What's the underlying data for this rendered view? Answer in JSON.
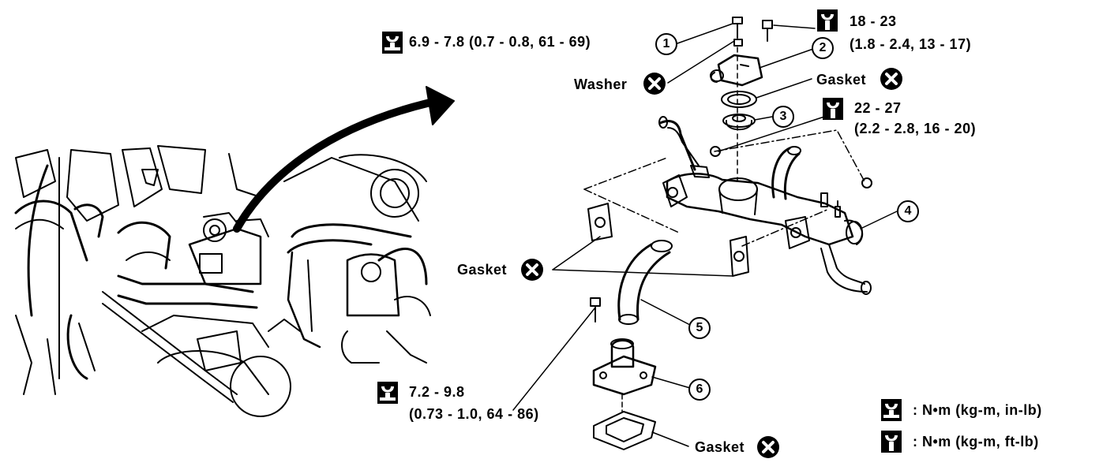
{
  "callouts": {
    "c1": "1",
    "c2": "2",
    "c3": "3",
    "c4": "4",
    "c5": "5",
    "c6": "6"
  },
  "labels": {
    "washer": "Washer",
    "gasket_top": "Gasket",
    "gasket_left": "Gasket",
    "gasket_bottom": "Gasket"
  },
  "torque": {
    "t1": "6.9 - 7.8 (0.7 - 0.8, 61 - 69)",
    "t2_line1": "18 - 23",
    "t2_line2": "(1.8 - 2.4, 13 - 17)",
    "t3_line1": "22 - 27",
    "t3_line2": "(2.2 - 2.8, 16 - 20)",
    "t4_line1": "7.2 - 9.8",
    "t4_line2": "(0.73 - 1.0, 64 - 86)"
  },
  "legend": {
    "row1": ": N•m (kg-m, in-lb)",
    "row2": ": N•m (kg-m, ft-lb)"
  },
  "icons": {
    "torque_in_lb": "torque-wrench-in-lb-icon",
    "torque_ft_lb": "torque-wrench-ft-lb-icon",
    "replace": "circle-x-replace-icon"
  }
}
